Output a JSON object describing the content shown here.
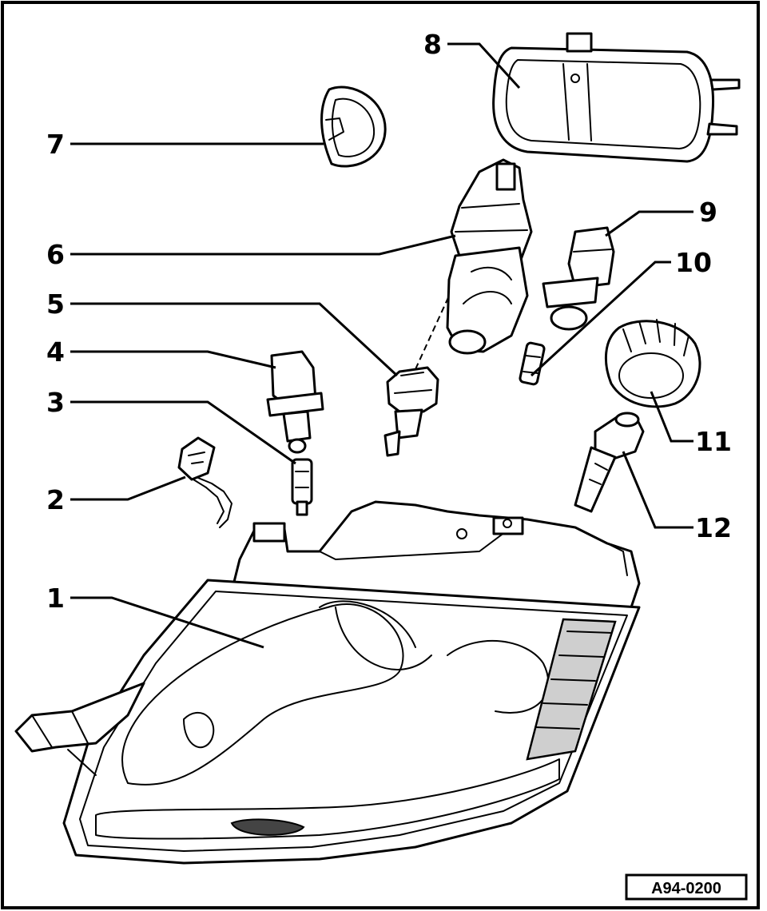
{
  "diagram": {
    "reference_code": "A94-0200",
    "callouts": [
      {
        "id": "1",
        "label": "1"
      },
      {
        "id": "2",
        "label": "2"
      },
      {
        "id": "3",
        "label": "3"
      },
      {
        "id": "4",
        "label": "4"
      },
      {
        "id": "5",
        "label": "5"
      },
      {
        "id": "6",
        "label": "6"
      },
      {
        "id": "7",
        "label": "7"
      },
      {
        "id": "8",
        "label": "8"
      },
      {
        "id": "9",
        "label": "9"
      },
      {
        "id": "10",
        "label": "10"
      },
      {
        "id": "11",
        "label": "11"
      },
      {
        "id": "12",
        "label": "12"
      }
    ],
    "colors": {
      "ink": "#000000",
      "paper": "#ffffff",
      "shade": "#cfcfcf"
    }
  }
}
